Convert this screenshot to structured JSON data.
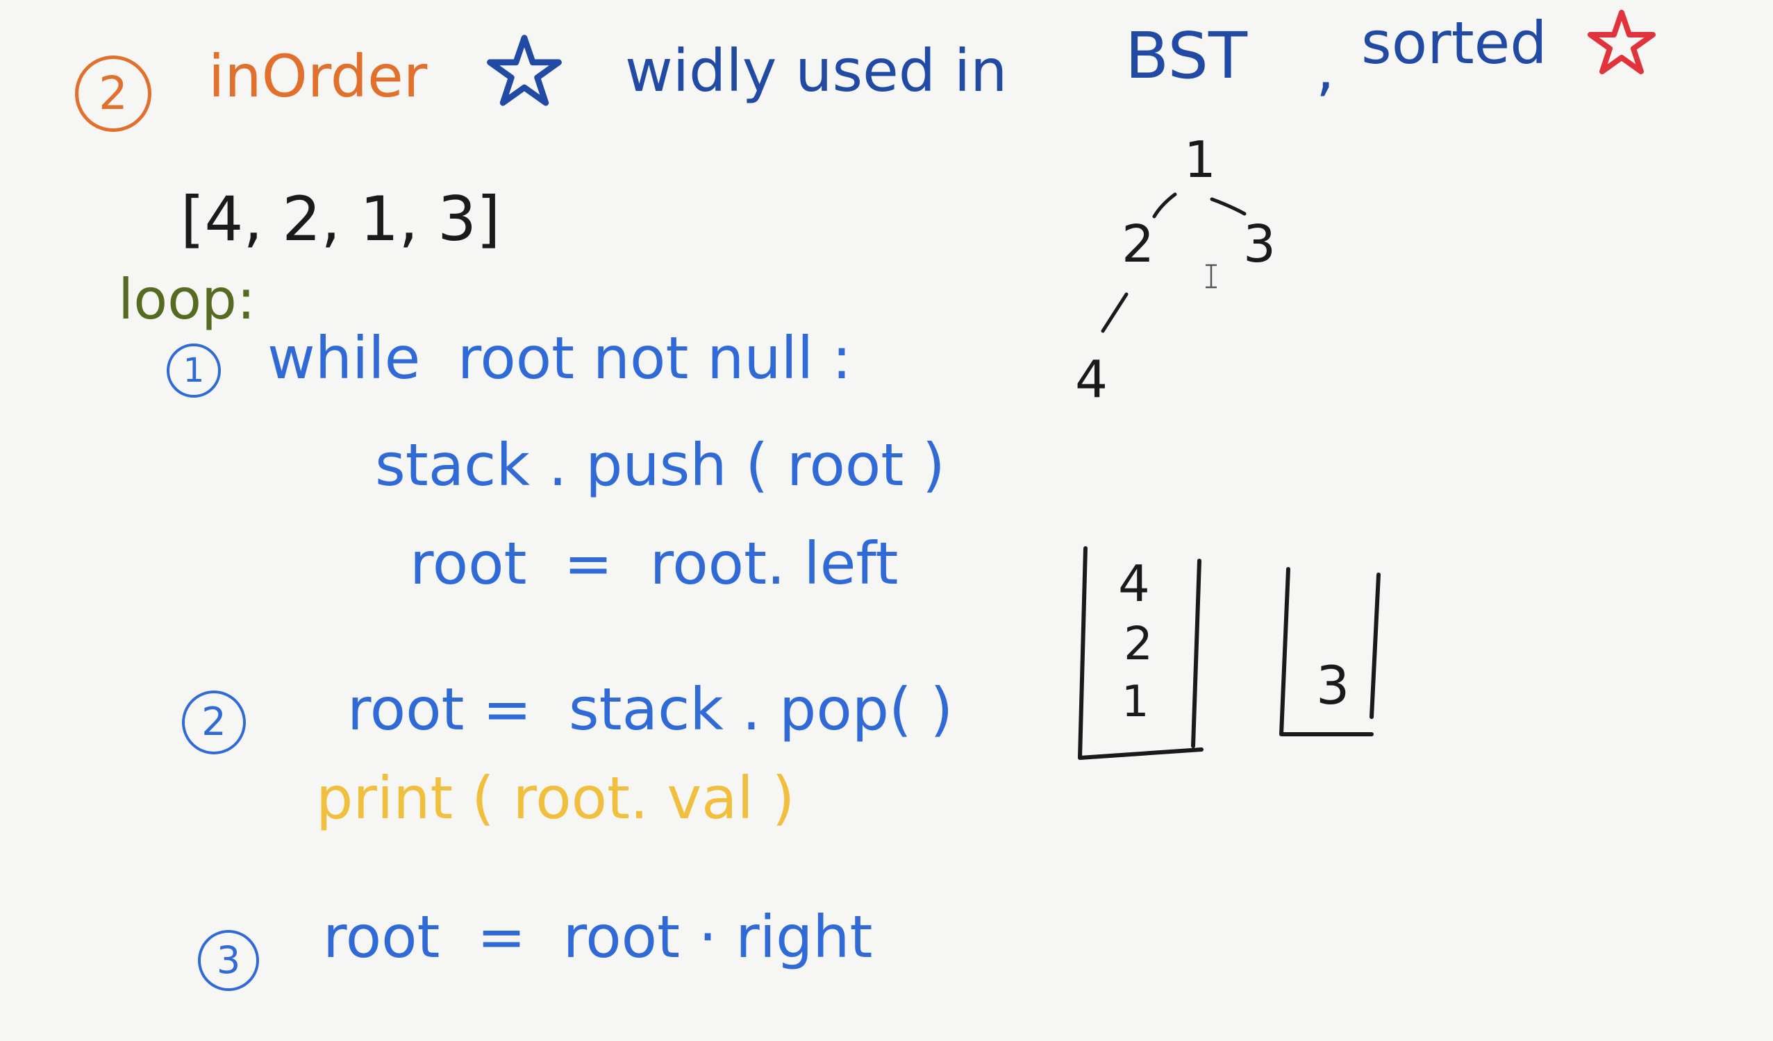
{
  "heading": {
    "number": "2",
    "title": "inOrder",
    "note": "widly used in",
    "bst": "BST",
    "separator": ",",
    "sorted": "sorted",
    "title_color": "#e0702c",
    "note_color": "#204aa3",
    "star_icons": [
      "navy-star-icon",
      "red-star-icon"
    ]
  },
  "traversal_result": "[4, 2, 1, 3]",
  "loop_label": "loop:",
  "steps": [
    {
      "number": "1",
      "lines": [
        "while  root not null :",
        "stack . push ( root )",
        "root  =  root. left"
      ]
    },
    {
      "number": "2",
      "lines": [
        "root =  stack . pop( )",
        "print ( root. val )"
      ]
    },
    {
      "number": "3",
      "lines": [
        "root  =  root · right"
      ]
    }
  ],
  "tree": {
    "root": "1",
    "left": "2",
    "right": "3",
    "left_left": "4"
  },
  "stacks": [
    {
      "items": [
        "4",
        "2",
        "1"
      ]
    },
    {
      "items": [
        "3"
      ]
    }
  ],
  "cursor_icon": "text-cursor-icon",
  "colors": {
    "code": "#2f6ad7",
    "print": "#f1bf3e",
    "loop": "#566b22",
    "ink": "#1a1a1a",
    "star_red": "#e0333b",
    "star_navy": "#204aa3"
  }
}
